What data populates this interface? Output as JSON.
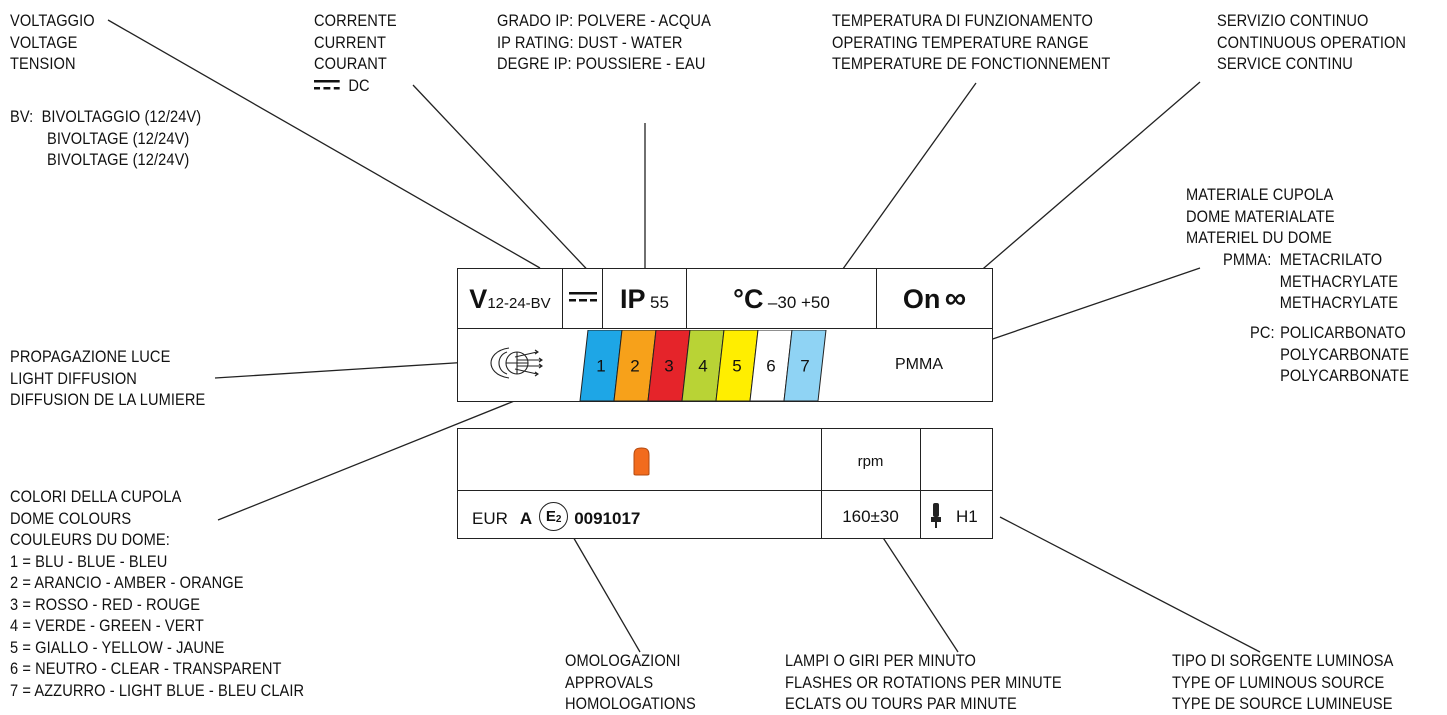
{
  "labels": {
    "voltage": [
      "VOLTAGGIO",
      "VOLTAGE",
      "TENSION"
    ],
    "bv": {
      "prefix": "BV:",
      "lines": [
        "BIVOLTAGGIO (12/24V)",
        "BIVOLTAGE (12/24V)",
        "BIVOLTAGE (12/24V)"
      ]
    },
    "current": [
      "CORRENTE",
      "CURRENT",
      "COURANT"
    ],
    "dc": "DC",
    "ip": [
      "GRADO IP: POLVERE - ACQUA",
      "IP RATING: DUST - WATER",
      "DEGRE IP: POUSSIERE - EAU"
    ],
    "temperature": [
      "TEMPERATURA DI FUNZIONAMENTO",
      "OPERATING TEMPERATURE RANGE",
      "TEMPERATURE DE FONCTIONNEMENT"
    ],
    "service": [
      "SERVIZIO CONTINUO",
      "CONTINUOUS OPERATION",
      "SERVICE CONTINU"
    ],
    "dome_material": [
      "MATERIALE CUPOLA",
      "DOME MATERIALATE",
      "MATERIEL DU DOME"
    ],
    "pmma": {
      "prefix": "PMMA:",
      "lines": [
        "METACRILATO",
        "METHACRYLATE",
        "METHACRYLATE"
      ]
    },
    "pc": {
      "prefix": "PC:",
      "lines": [
        "POLICARBONATO",
        "POLYCARBONATE",
        "POLYCARBONATE"
      ]
    },
    "light": [
      "PROPAGAZIONE LUCE",
      "LIGHT DIFFUSION",
      "DIFFUSION DE LA LUMIERE"
    ],
    "dome_colours": [
      "COLORI DELLA CUPOLA",
      "DOME COLOURS",
      "COULEURS DU DOME:",
      "1 = BLU - BLUE - BLEU",
      "2 = ARANCIO - AMBER - ORANGE",
      "3 = ROSSO - RED - ROUGE",
      "4 = VERDE - GREEN - VERT",
      "5 = GIALLO - YELLOW - JAUNE",
      "6 = NEUTRO - CLEAR - TRANSPARENT",
      "7 = AZZURRO -  LIGHT BLUE - BLEU CLAIR"
    ],
    "approvals": [
      "OMOLOGAZIONI",
      "APPROVALS",
      "HOMOLOGATIONS"
    ],
    "flashes": [
      "LAMPI O GIRI PER MINUTO",
      "FLASHES OR ROTATIONS PER MINUTE",
      "ECLATS OU TOURS PAR MINUTE"
    ],
    "source": [
      "TIPO DI SORGENTE LUMINOSA",
      "TYPE OF LUMINOUS SOURCE",
      "TYPE DE SOURCE LUMINEUSE"
    ]
  },
  "spec_box": {
    "volt_main": "V",
    "volt_sub": "12-24-BV",
    "ip_main": "IP",
    "ip_value": "55",
    "temp_unit": "°C",
    "temp_range": "–30 +50",
    "on_label": "On",
    "on_symbol": "∞",
    "colours": [
      {
        "num": "1",
        "color": "#1ea6e6"
      },
      {
        "num": "2",
        "color": "#f7a11a"
      },
      {
        "num": "3",
        "color": "#e5242a"
      },
      {
        "num": "4",
        "color": "#b9d335"
      },
      {
        "num": "5",
        "color": "#ffee00"
      },
      {
        "num": "6",
        "color": "#ffffff"
      },
      {
        "num": "7",
        "color": "#8fd3f4"
      }
    ],
    "material": "PMMA"
  },
  "approval_box": {
    "rpm": "rpm",
    "region": "EUR",
    "class": "A",
    "mark": "E2",
    "number": "0091017",
    "rpm_value": "160±30",
    "source": "H1",
    "lamp_color": "#f26b1d"
  }
}
